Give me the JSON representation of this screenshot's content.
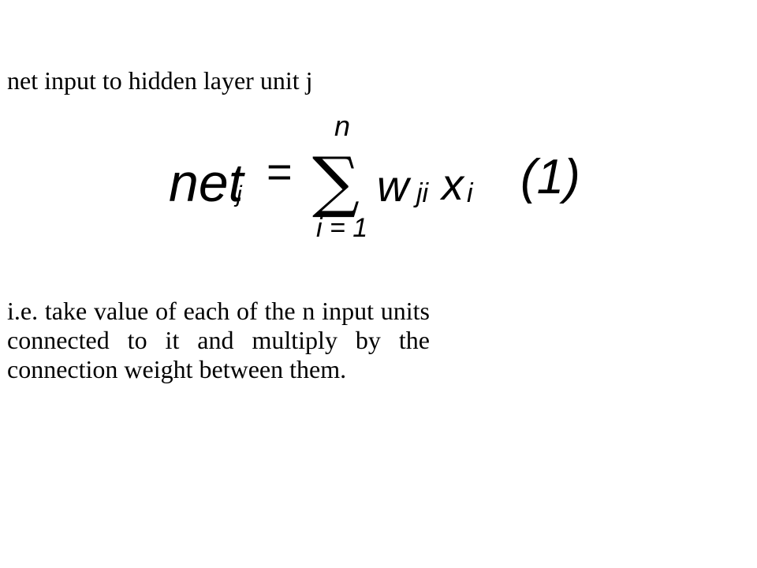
{
  "heading": "net input to hidden layer unit j",
  "equation": {
    "lhs": "net",
    "lhs_subscript": "j",
    "equals": "=",
    "sum_symbol": "∑",
    "sum_upper": "n",
    "sum_lower": "i = 1",
    "weight": "w",
    "weight_subscript": "ji",
    "input": "x",
    "input_subscript": "i",
    "number": "(1)"
  },
  "paragraph": "i.e. take value of each of the n input units connected to it and multiply by the connection weight between them."
}
